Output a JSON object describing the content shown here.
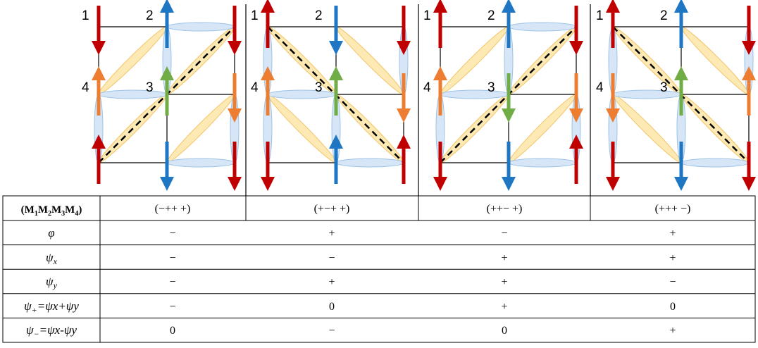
{
  "panels": [
    {
      "id": "panel-1",
      "labels": [
        "1",
        "2",
        "3",
        "4"
      ],
      "arrows": {
        "1": "down",
        "2": "up",
        "3": "up",
        "4": "up",
        "right_top": "down",
        "right_mid": "down",
        "bottom_left": "up",
        "bottom_mid": "down",
        "bottom_right": "down"
      },
      "diagonal": "up-right"
    },
    {
      "id": "panel-2",
      "labels": [
        "1",
        "2",
        "3",
        "4"
      ],
      "arrows": {
        "1": "up",
        "2": "down",
        "3": "up",
        "4": "up",
        "right_top": "down",
        "right_mid": "down",
        "bottom_left": "down",
        "bottom_mid": "up",
        "bottom_right": "up"
      },
      "diagonal": "down-right"
    },
    {
      "id": "panel-3",
      "labels": [
        "1",
        "2",
        "3",
        "4"
      ],
      "arrows": {
        "1": "up",
        "2": "up",
        "3": "down",
        "4": "up",
        "right_top": "down",
        "right_mid": "down",
        "bottom_left": "down",
        "bottom_mid": "down",
        "bottom_right": "up"
      },
      "diagonal": "up-right"
    },
    {
      "id": "panel-4",
      "labels": [
        "1",
        "2",
        "3",
        "4"
      ],
      "arrows": {
        "1": "up",
        "2": "up",
        "3": "up",
        "4": "down",
        "right_top": "down",
        "right_mid": "up",
        "bottom_left": "down",
        "bottom_mid": "down",
        "bottom_right": "down"
      },
      "diagonal": "down-right"
    }
  ],
  "colors": {
    "red": "#c00000",
    "blue": "#1f77c4",
    "green": "#70ad47",
    "orange": "#ed7d31",
    "ellipse_fill": "#d6e6f7",
    "ellipse_stroke": "#9dc3e6",
    "bond_fill": "#fde9b3",
    "bond_stroke": "#f4c46a"
  },
  "table": {
    "header": {
      "label_parts": [
        "(",
        "M",
        "1",
        "M",
        "2",
        "M",
        "3",
        "M",
        "4",
        ")"
      ],
      "columns": [
        "(−++ +)",
        "(+−+ +)",
        "(++− +)",
        "(+++ −)"
      ]
    },
    "rows": [
      {
        "label_main": "φ",
        "label_rest": "",
        "cells": [
          "−",
          "+",
          "−",
          "+"
        ]
      },
      {
        "label_main": "ψ",
        "label_sub": "x",
        "label_rest": "",
        "cells": [
          "−",
          "−",
          "+",
          "+"
        ]
      },
      {
        "label_main": "ψ",
        "label_sub": "y",
        "label_rest": "",
        "cells": [
          "−",
          "+",
          "+",
          "−"
        ]
      },
      {
        "label_main": "ψ",
        "label_sub": "+",
        "label_rest": "=ψx+ψy",
        "cells": [
          "−",
          "0",
          "+",
          "0"
        ]
      },
      {
        "label_main": "ψ",
        "label_sub": "−",
        "label_rest": "=ψx-ψy",
        "cells": [
          "0",
          "−",
          "0",
          "+"
        ]
      }
    ]
  }
}
